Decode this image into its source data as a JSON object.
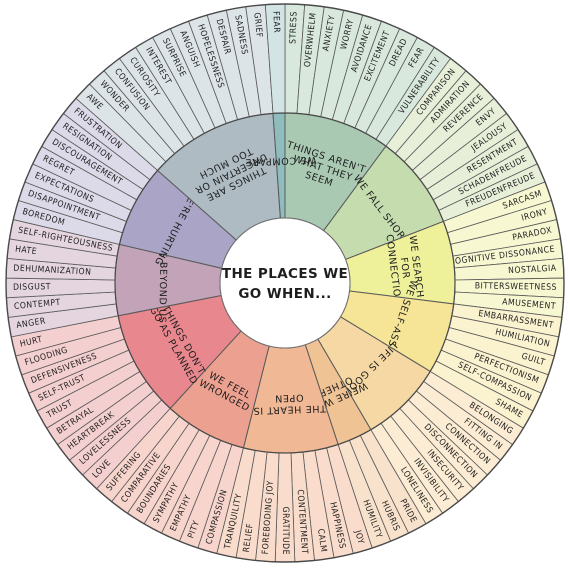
{
  "center": {
    "title_line1": "THE PLACES WE",
    "title_line2": "GO WHEN..."
  },
  "categories": [
    {
      "label_lines": [
        "THINGS AREN'T",
        "WHAT THEY",
        "SEEM"
      ],
      "inner_color": "#a9c9b3",
      "outer_color": "#d8e8dc",
      "emotions": [
        "STRESS",
        "OVERWHELM",
        "ANXIETY",
        "WORRY",
        "AVOIDANCE",
        "EXCITEMENT",
        "DREAD",
        "FEAR",
        "VULNERABILITY"
      ]
    },
    {
      "label_lines": [
        "WE FALL SHORT"
      ],
      "inner_color": "#c5dcae",
      "outer_color": "#e7efd9",
      "emotions": [
        "COMPARISON",
        "ADMIRATION",
        "REVERENCE",
        "ENVY",
        "JEALOUSY",
        "RESENTMENT",
        "SCHADENFREUDE",
        "FREUDENFREUDE"
      ]
    },
    {
      "label_lines": [
        "WE SEARCH",
        "FOR",
        "CONNECTION"
      ],
      "inner_color": "#eef09a",
      "outer_color": "#f7f8d2",
      "emotions": [
        "SARCASM",
        "IRONY",
        "PARADOX",
        "COGNITIVE DISSONANCE",
        "NOSTALGIA",
        "BITTERSWEETNESS",
        "AMUSEMENT"
      ]
    },
    {
      "label_lines": [
        "WE SELF-ASSESS"
      ],
      "inner_color": "#f7e597",
      "outer_color": "#fbf2cf",
      "emotions": [
        "EMBARRASSMENT",
        "HUMILIATION",
        "GUILT",
        "PERFECTIONISM",
        "SELF-COMPASSION",
        "SHAME"
      ]
    },
    {
      "label_lines": [
        "LIFE IS GOOD"
      ],
      "inner_color": "#f5d8a3",
      "outer_color": "#fbecd3",
      "emotions": [
        "BELONGING",
        "FITTING IN",
        "CONNECTION",
        "DISCONNECTION",
        "INSECURITY",
        "INVISIBILITY",
        "LONELINESS"
      ]
    },
    {
      "label_lines": [
        "WE'RE WITH",
        "OTHERS"
      ],
      "inner_color": "#efc394",
      "outer_color": "#f8e2cc",
      "emotions": [
        "PRIDE",
        "HUBRIS",
        "HUMILITY"
      ]
    },
    {
      "label_lines": [
        "THE HEART IS",
        "OPEN"
      ],
      "inner_color": "#f1b895",
      "outer_color": "#f9dccb",
      "emotions": [
        "JOY",
        "HAPPINESS",
        "CALM",
        "CONTENTMENT",
        "GRATITUDE",
        "FOREBODING JOY",
        "RELIEF",
        "TRANQUILITY"
      ]
    },
    {
      "label_lines": [
        "WE FEEL",
        "WRONGED"
      ],
      "inner_color": "#eca190",
      "outer_color": "#f7d5cc",
      "emotions": [
        "COMPASSION",
        "PITY",
        "EMPATHY",
        "SYMPATHY",
        "BOUNDARIES",
        "COMPARATIVE",
        "SUFFERING"
      ]
    },
    {
      "label_lines": [
        "THINGS DON'T",
        "GO AS PLANNED"
      ],
      "inner_color": "#e8878d",
      "outer_color": "#f4cfd0",
      "emotions": [
        "LOVE",
        "LOVELESSNESS",
        "HEARTBREAK",
        "BETRAYAL",
        "TRUST",
        "SELF-TRUST",
        "DEFENSIVENESS",
        "FLOODING",
        "HURT"
      ]
    },
    {
      "label_lines": [
        "IT'S BEYOND US"
      ],
      "inner_color": "#c3a3b8",
      "outer_color": "#e4d5df",
      "emotions": [
        "ANGER",
        "CONTEMPT",
        "DISGUST",
        "DEHUMANIZATION",
        "HATE",
        "SELF-RIGHTEOUSNESS"
      ]
    },
    {
      "label_lines": [
        "WE'RE HURTING"
      ],
      "inner_color": "#aaa4c6",
      "outer_color": "#dcd9e8",
      "emotions": [
        "BOREDOM",
        "DISAPPOINTMENT",
        "EXPECTATIONS",
        "REGRET",
        "DISCOURAGEMENT",
        "RESIGNATION",
        "FRUSTRATION"
      ]
    },
    {
      "label_lines": [
        "THINGS ARE",
        "UNCERTAIN OR",
        "TOO MUCH"
      ],
      "inner_color": "#aebbc3",
      "outer_color": "#dde4e8",
      "emotions": [
        "AWE",
        "WONDER",
        "CONFUSION",
        "CURIOSITY",
        "INTEREST",
        "SURPRISE",
        "ANGUISH",
        "HOPELESSNESS",
        "DESPAIR",
        "SADNESS",
        "GRIEF"
      ]
    },
    {
      "label_lines": [
        "WE COMPARE"
      ],
      "inner_color": "#8fbdbd",
      "outer_color": "#d2e5e4",
      "emotions": [
        "FEAR"
      ]
    }
  ]
}
